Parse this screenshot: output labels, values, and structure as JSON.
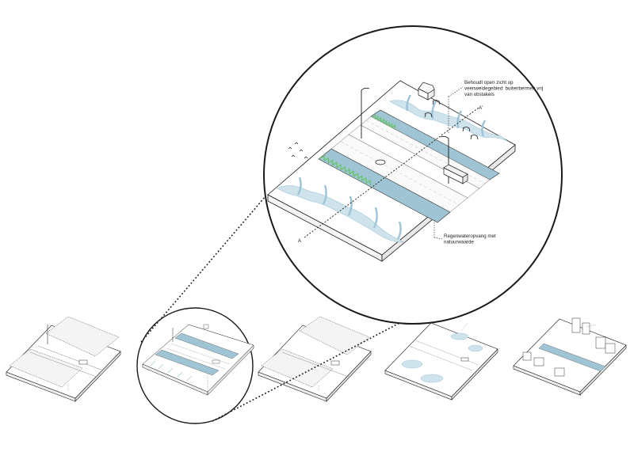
{
  "diagram": {
    "zoom": {
      "callout_top": {
        "lines": [
          "Behoudt open zicht op",
          "veenweidegebied: buitenbermen vrij",
          "van obstakels"
        ]
      },
      "callout_bottom": {
        "lines": [
          "Regenwateropvang met",
          "natuurwaarde"
        ]
      },
      "markers": {
        "north": "A'",
        "south": "A"
      }
    },
    "thumbnails": [
      {
        "id": "1",
        "caption": ""
      },
      {
        "id": "2",
        "caption": ""
      },
      {
        "id": "3",
        "caption": ""
      },
      {
        "id": "4",
        "caption": ""
      },
      {
        "id": "5",
        "caption": ""
      }
    ],
    "colors": {
      "water": "#cfe3ec",
      "water_stroke": "#9cc4d6",
      "swale": "#9fc4d3",
      "grass": "#67c56a",
      "line": "#1a1a1a",
      "ground_side": "#f2f2f2"
    }
  }
}
